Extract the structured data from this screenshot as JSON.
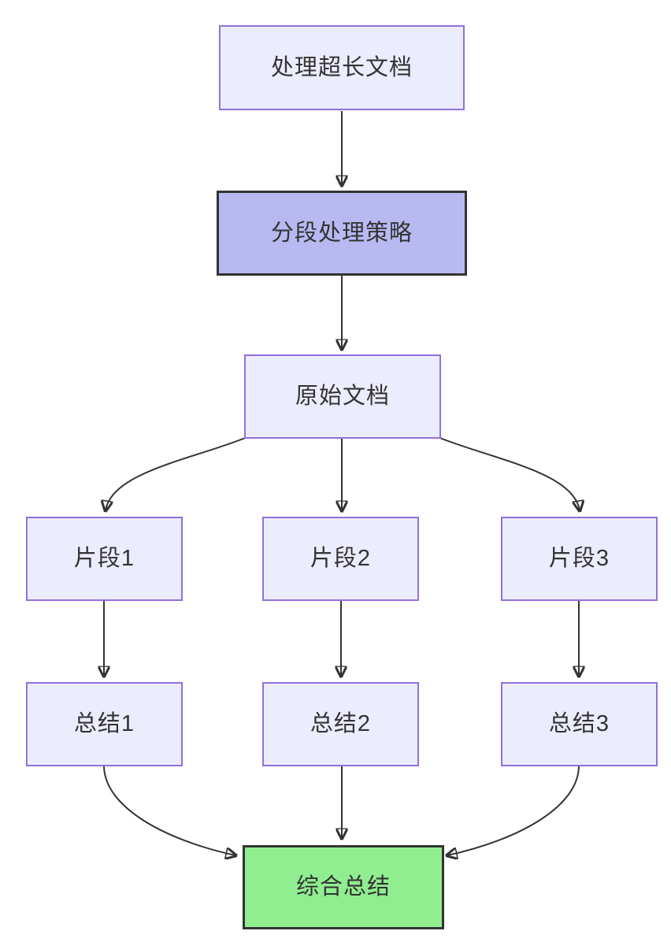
{
  "flowchart": {
    "direction": "top-down",
    "nodes": [
      {
        "id": "start",
        "label": "处理超长文档",
        "style": "default"
      },
      {
        "id": "strategy",
        "label": "分段处理策略",
        "style": "emphasis"
      },
      {
        "id": "source",
        "label": "原始文档",
        "style": "default"
      },
      {
        "id": "chunk1",
        "label": "片段1",
        "style": "default"
      },
      {
        "id": "chunk2",
        "label": "片段2",
        "style": "default"
      },
      {
        "id": "chunk3",
        "label": "片段3",
        "style": "default"
      },
      {
        "id": "summary1",
        "label": "总结1",
        "style": "default"
      },
      {
        "id": "summary2",
        "label": "总结2",
        "style": "default"
      },
      {
        "id": "summary3",
        "label": "总结3",
        "style": "default"
      },
      {
        "id": "final",
        "label": "综合总结",
        "style": "success"
      }
    ],
    "edges": [
      {
        "from": "start",
        "to": "strategy"
      },
      {
        "from": "strategy",
        "to": "source"
      },
      {
        "from": "source",
        "to": "chunk1"
      },
      {
        "from": "source",
        "to": "chunk2"
      },
      {
        "from": "source",
        "to": "chunk3"
      },
      {
        "from": "chunk1",
        "to": "summary1"
      },
      {
        "from": "chunk2",
        "to": "summary2"
      },
      {
        "from": "chunk3",
        "to": "summary3"
      },
      {
        "from": "summary1",
        "to": "final"
      },
      {
        "from": "summary2",
        "to": "final"
      },
      {
        "from": "summary3",
        "to": "final"
      }
    ],
    "colors": {
      "background": "#FFFFFF",
      "default_fill": "#ECECFF",
      "default_border": "#9370DB",
      "emphasis_fill": "#B9B9F2",
      "emphasis_border": "#333333",
      "success_fill": "#90EE90",
      "success_border": "#333333",
      "edge_stroke": "#333333",
      "text": "#333333"
    }
  }
}
